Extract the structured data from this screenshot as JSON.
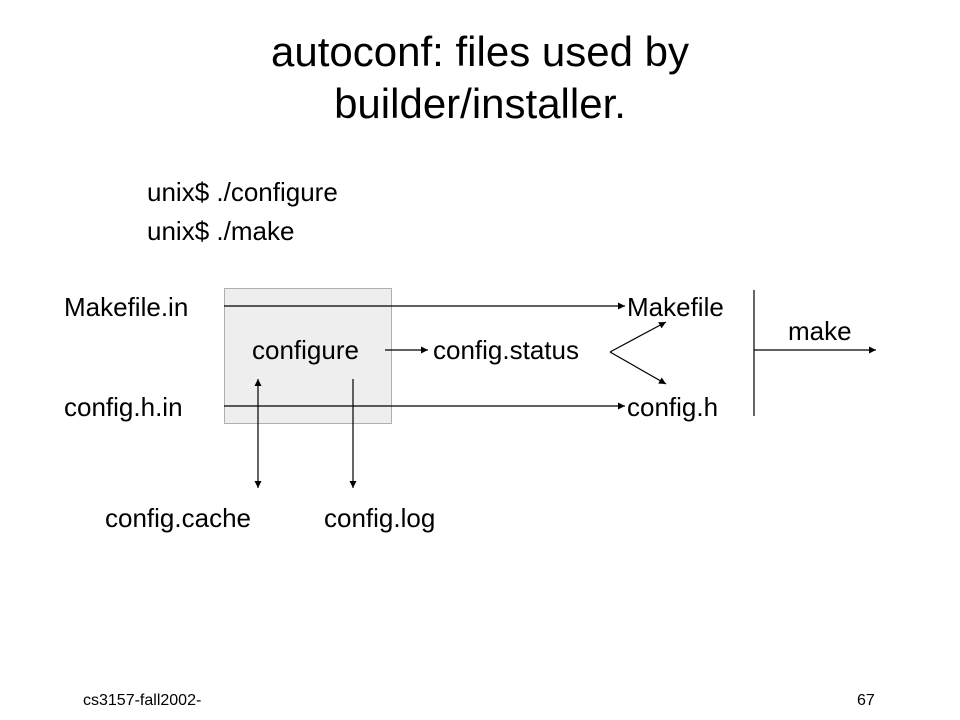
{
  "slide": {
    "title_line1": "autoconf: files used by",
    "title_line2": "builder/installer.",
    "commands": [
      "unix$ ./configure",
      "unix$ ./make"
    ],
    "footer_left": "cs3157-fall2002-",
    "footer_right": "67"
  },
  "diagram": {
    "nodes": {
      "makefile_in": "Makefile.in",
      "config_h_in": "config.h.in",
      "configure": "configure",
      "config_status": "config.status",
      "makefile": "Makefile",
      "config_h": "config.h",
      "make": "make",
      "config_cache": "config.cache",
      "config_log": "config.log"
    },
    "box_fill": "#eeeeee"
  }
}
